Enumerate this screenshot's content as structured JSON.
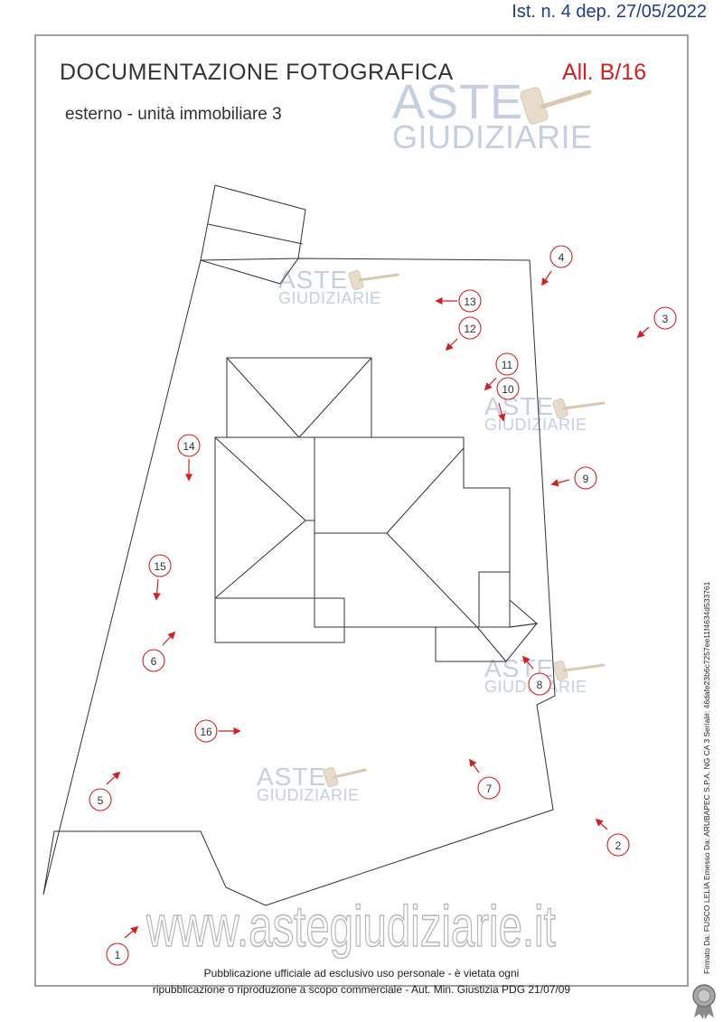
{
  "header": {
    "deposit_ref": "Ist. n. 4 dep. 27/05/2022",
    "title": "DOCUMENTAZIONE FOTOGRAFICA",
    "subtitle": "esterno - unità immobiliare 3",
    "attachment": "All. B/16"
  },
  "watermark": {
    "line1": "ASTE",
    "line2": "GIUDIZIARIE",
    "site": "www.astegiudiziarie.it"
  },
  "markers": [
    {
      "label": "1"
    },
    {
      "label": "2"
    },
    {
      "label": "3"
    },
    {
      "label": "4"
    },
    {
      "label": "5"
    },
    {
      "label": "6"
    },
    {
      "label": "7"
    },
    {
      "label": "8"
    },
    {
      "label": "9"
    },
    {
      "label": "10"
    },
    {
      "label": "11"
    },
    {
      "label": "12"
    },
    {
      "label": "13"
    },
    {
      "label": "14"
    },
    {
      "label": "15"
    },
    {
      "label": "16"
    }
  ],
  "footer": {
    "line1": "Pubblicazione ufficiale ad esclusivo uso personale - è vietata ogni",
    "line2": "ripubblicazione o riproduzione a scopo commerciale - Aut. Min. Giustizia PDG 21/07/09"
  },
  "signature": "Firmato Da: FUSCO LELIA Emesso Da: ARUBAPEC S.P.A. NG CA 3 Serial#: 46dafe23b6c7257ee11f4634d533761",
  "colors": {
    "marker": "#d42020",
    "deposit": "#1f3d8a",
    "watermark": "#c6cfe0"
  }
}
